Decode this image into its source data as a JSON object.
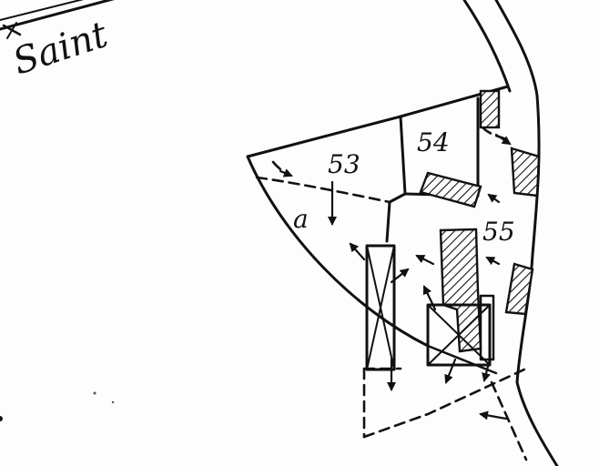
{
  "map": {
    "street_label": "Saint",
    "parcels": [
      {
        "label": "53"
      },
      {
        "label": "54"
      },
      {
        "label": "55"
      }
    ],
    "sub_label": "a"
  }
}
